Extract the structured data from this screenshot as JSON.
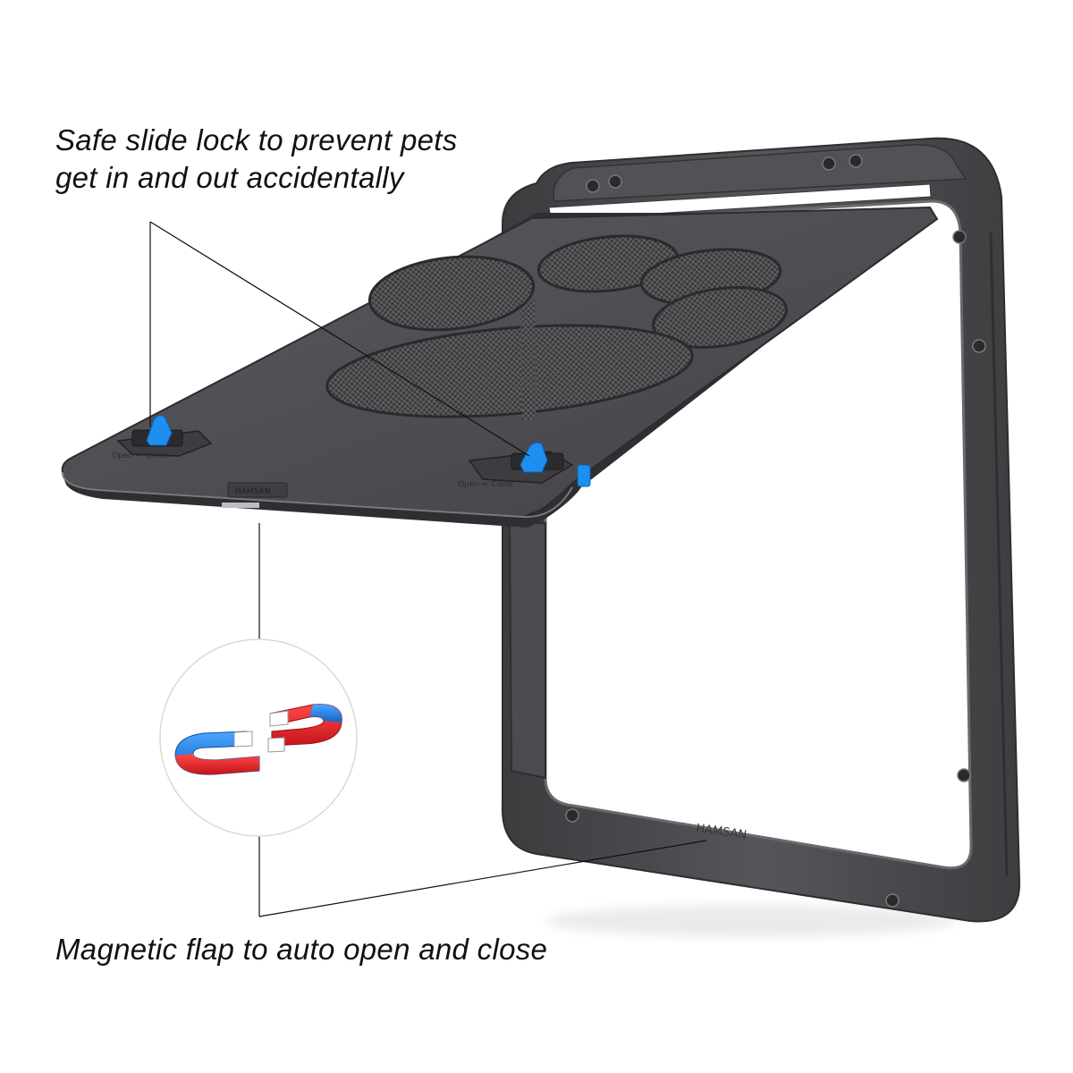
{
  "annotations": {
    "lock_line1": "Safe slide lock to prevent pets",
    "lock_line2": "get in and out accidentally",
    "magnet": "Magnetic flap to auto open and close"
  },
  "colors": {
    "frame": "#4a4a4d",
    "flap": "#4e4e52",
    "lock_blue": "#1e8ff0",
    "magnet_red": "#e11e24",
    "magnet_blue": "#1e7fe0",
    "background": "#ffffff"
  },
  "icons": [
    "paw-print-mesh-icon",
    "horseshoe-magnet-icon",
    "slide-lock-icon",
    "screw-icon"
  ]
}
